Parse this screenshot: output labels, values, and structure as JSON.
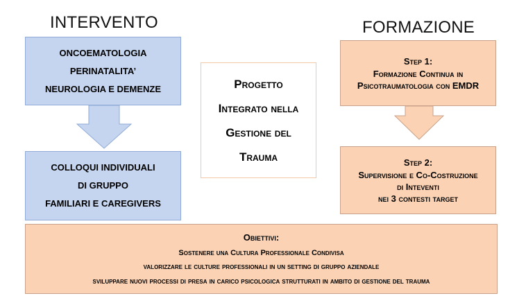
{
  "headings": {
    "left": "INTERVENTO",
    "right": "FORMAZIONE"
  },
  "intervento": {
    "top_box": [
      "ONCOEMATOLOGIA",
      "PERINATALITA’",
      "NEUROLOGIA E DEMENZE"
    ],
    "bottom_box": [
      "COLLOQUI INDIVIDUALI",
      "DI GRUPPO",
      "FAMILIARI E CAREGIVERS"
    ]
  },
  "center": {
    "lines": [
      "Progetto",
      "Integrato nella",
      "Gestione del",
      "Trauma"
    ]
  },
  "formazione": {
    "step1": {
      "title": "Step 1:",
      "lines": [
        "Formazione Continua in",
        "Psicotraumatologia con EMDR"
      ]
    },
    "step2": {
      "title": "Step 2:",
      "lines": [
        "Supervisione e Co-Costruzione",
        "di Inteventi",
        "nei 3 contesti target"
      ]
    }
  },
  "obiettivi": {
    "title": "Obiettivi:",
    "items": [
      "Sostenere una Cultura Professionale Condivisa",
      "valorizzare  le culture professionali in un setting di gruppo aziendale",
      "sviluppare nuovi processi di presa in carico psicologica strutturati in ambito di gestione del trauma"
    ]
  },
  "colors": {
    "blue_fill": "#c5d5ef",
    "blue_border": "#8faad6",
    "orange_fill": "#fbd3b4",
    "orange_border": "#c8a18a"
  }
}
